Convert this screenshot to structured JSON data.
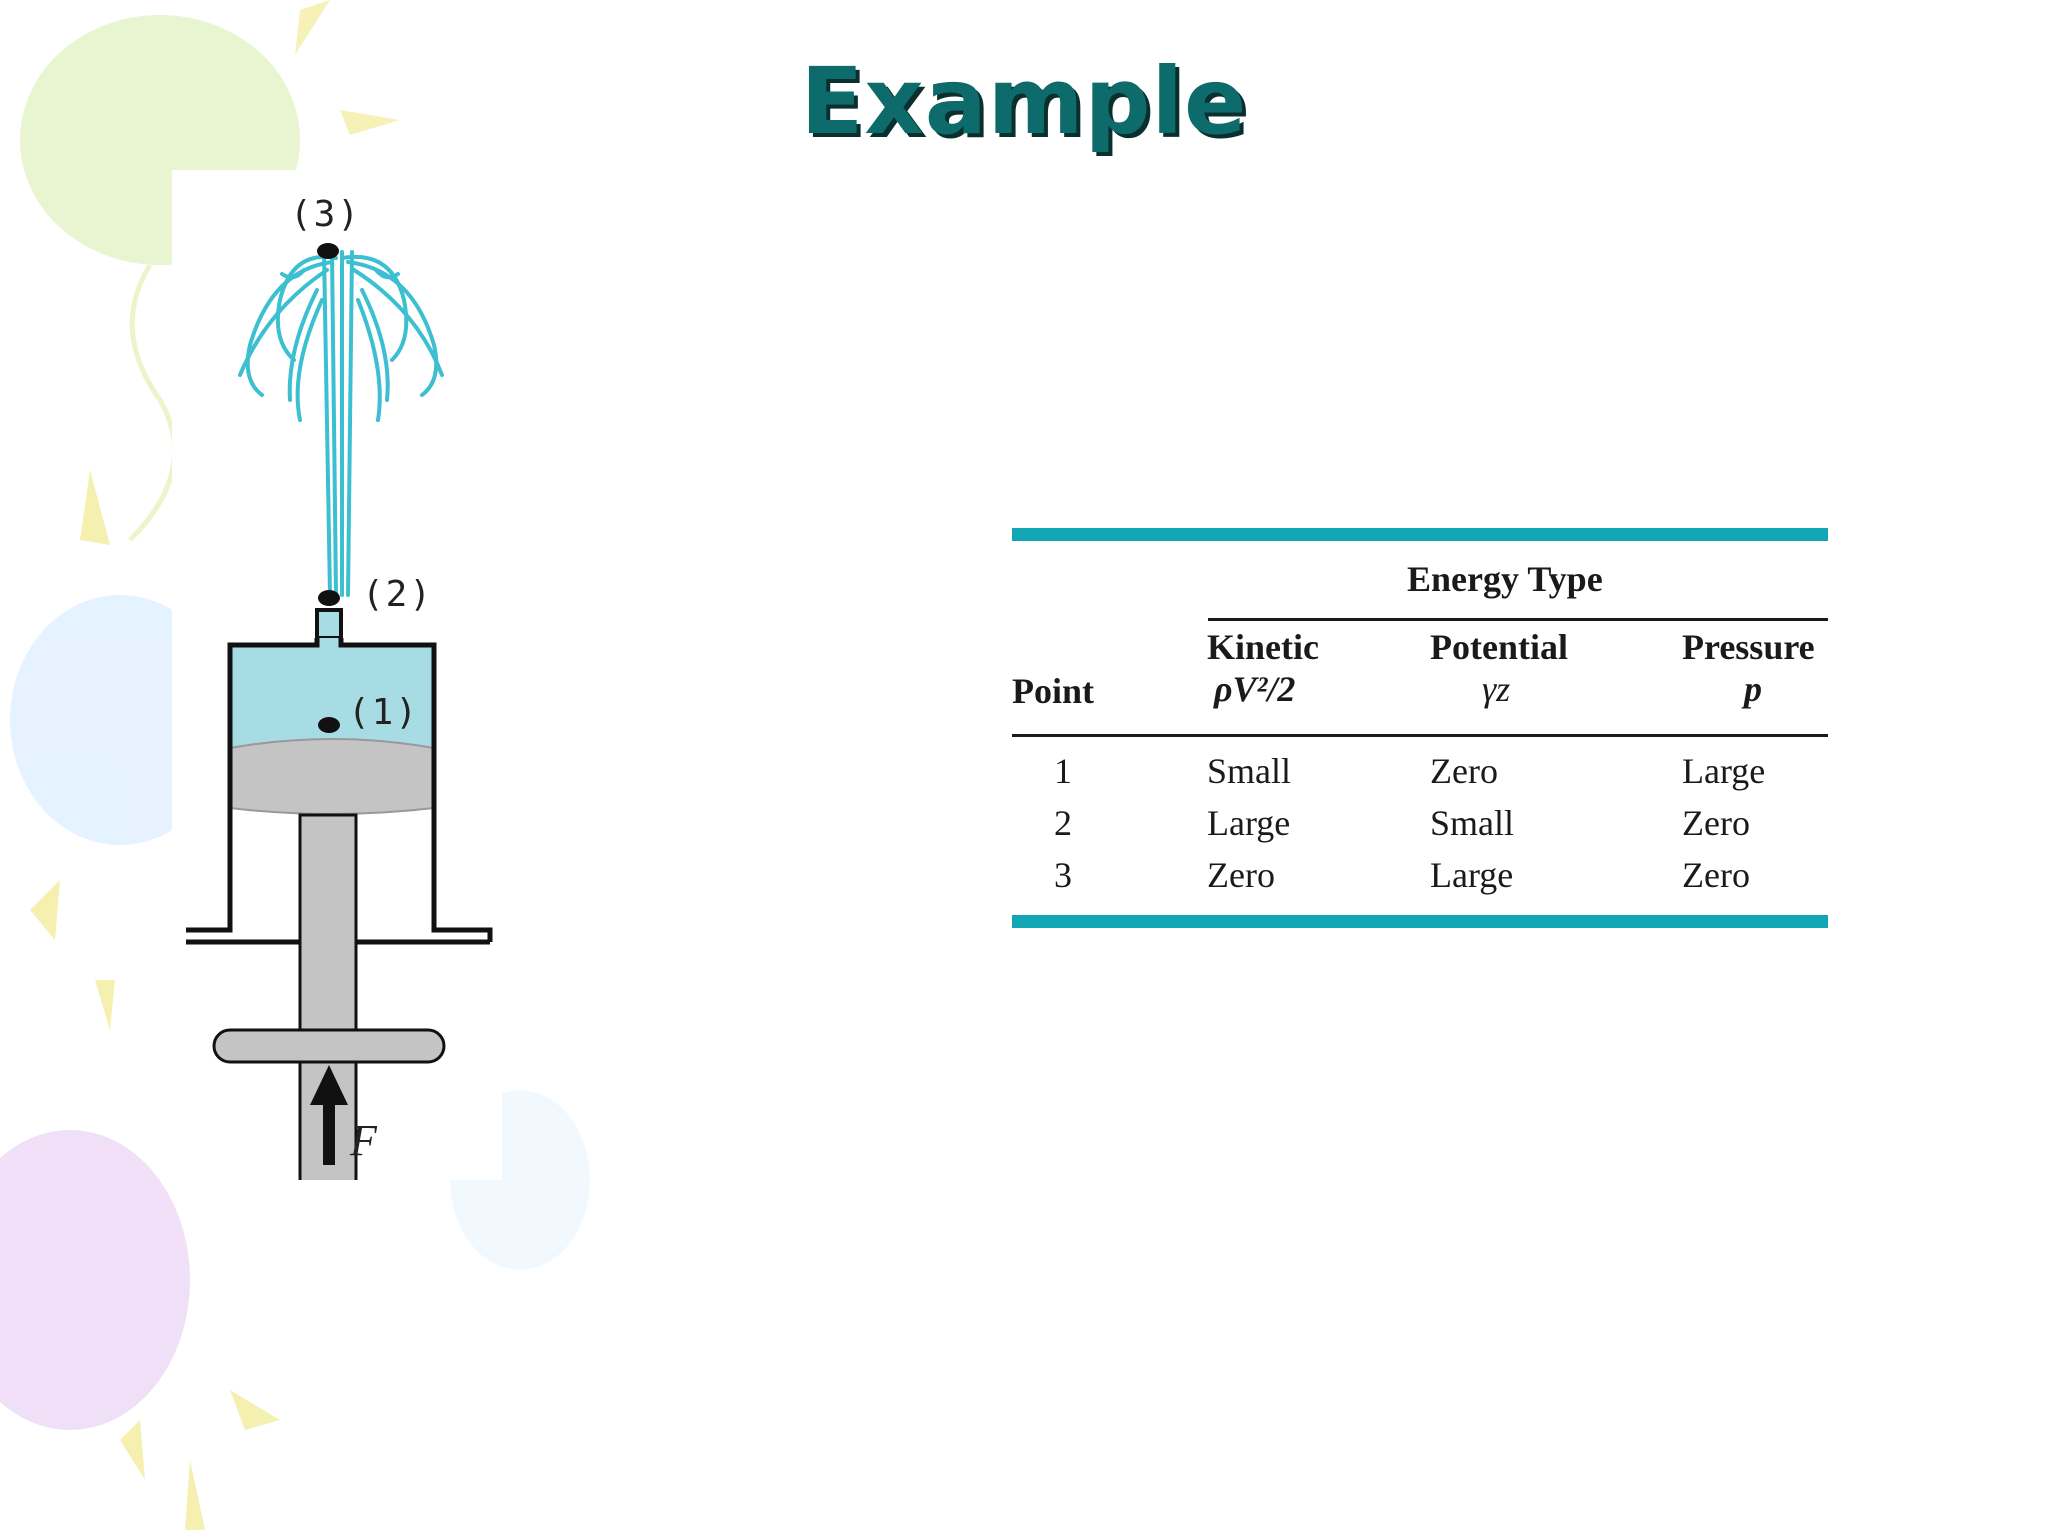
{
  "slide": {
    "title": "Example",
    "background_colors": {
      "balloon_green": "#e4f3c8",
      "balloon_blue": "#dcefff",
      "balloon_purple": "#ecd6f6",
      "ribbon_yellow": "#f6f0a8"
    }
  },
  "figure": {
    "point_labels": [
      "(3)",
      "(2)",
      "(1)"
    ],
    "force_label": "F",
    "colors": {
      "water": "#3cbfd0",
      "fluid": "#a8dce4",
      "piston": "#bdbdbd",
      "outline": "#111111"
    }
  },
  "table": {
    "group_header": "Energy Type",
    "point_header": "Point",
    "columns": [
      {
        "name": "Kinetic",
        "symbol": "ρV²/2"
      },
      {
        "name": "Potential",
        "symbol": "γz"
      },
      {
        "name": "Pressure",
        "symbol": "p"
      }
    ],
    "rows": [
      {
        "point": "1",
        "kinetic": "Small",
        "potential": "Zero",
        "pressure": "Large"
      },
      {
        "point": "2",
        "kinetic": "Large",
        "potential": "Small",
        "pressure": "Zero"
      },
      {
        "point": "3",
        "kinetic": "Zero",
        "potential": "Large",
        "pressure": "Zero"
      }
    ],
    "rule_color": "#12a6b4"
  }
}
